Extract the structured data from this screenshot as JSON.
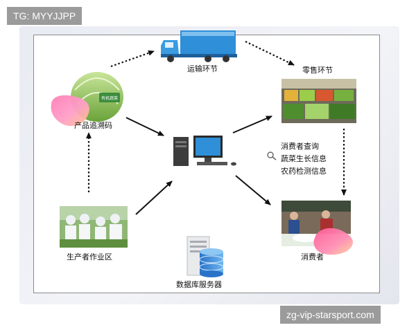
{
  "watermark_top": "TG: MYYJJPP",
  "watermark_bottom": "zg-vip-starsport.com",
  "nodes": {
    "transport": "运输环节",
    "retail": "零售环节",
    "trace_code": "产品追溯码",
    "producer": "生产者作业区",
    "consumer": "消费者",
    "database": "数据库服务器"
  },
  "cabbage_badge": "有机蔬菜",
  "query_items": [
    "消费者查询",
    "蔬菜生长信息",
    "农药检测信息"
  ],
  "colors": {
    "arrow": "#111111",
    "truck_blue": "#2f8fd8",
    "watermark_bg": "#9b9b9b"
  },
  "icons": [
    "truck-icon",
    "computer-icon",
    "database-server-icon",
    "magnifier-icon",
    "cabbage-image",
    "market-photo",
    "workers-photo",
    "shoppers-photo"
  ]
}
